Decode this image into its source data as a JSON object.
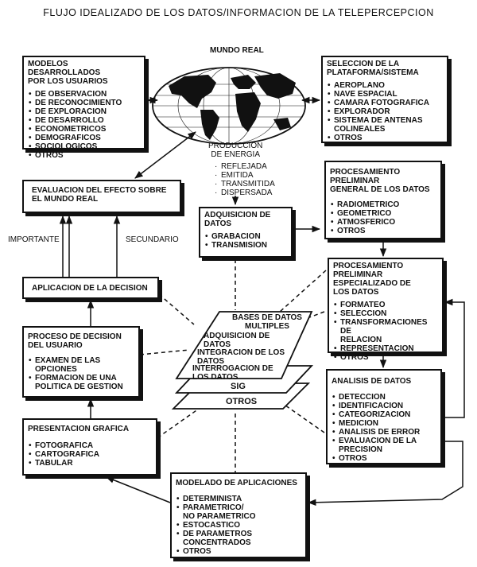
{
  "title": "FLUJO IDEALIZADO DE LOS DATOS/INFORMACION DE LA TELEPERCEPCION",
  "mundo_real": "MUNDO REAL",
  "produccion": "PRODUCCION\nDE ENERGIA",
  "energia_items": [
    "REFLEJADA",
    "EMITIDA",
    "TRANSMITIDA",
    "DISPERSADA"
  ],
  "modelos": {
    "title": "MODELOS DESARROLLADOS\nPOR LOS USUARIOS",
    "items": [
      "DE OBSERVACION",
      "DE RECONOCIMIENTO",
      "DE EXPLORACION",
      "DE DESARROLLO",
      "ECONOMETRICOS",
      "DEMOGRAFICOS",
      "SOCIOLOGICOS",
      "OTROS"
    ]
  },
  "seleccion": {
    "title": "SELECCION DE LA\nPLATAFORMA/SISTEMA",
    "items": [
      "AEROPLANO",
      "NAVE ESPACIAL",
      "CAMARA FOTOGRAFICA",
      "EXPLORADOR",
      "SISTEMA DE ANTENAS\nCOLINEALES",
      "OTROS"
    ]
  },
  "evaluacion": {
    "title": "EVALUACION DEL EFECTO SOBRE\nEL MUNDO REAL"
  },
  "importante": "IMPORTANTE",
  "secundario": "SECUNDARIO",
  "adquisicion": {
    "title": "ADQUISICION DE\nDATOS",
    "items": [
      "GRABACION",
      "TRANSMISION"
    ]
  },
  "proc_general": {
    "title": "PROCESAMIENTO\nPRELIMINAR\nGENERAL DE LOS DATOS",
    "items": [
      "RADIOMETRICO",
      "GEOMETRICO",
      "ATMOSFERICO",
      "OTROS"
    ]
  },
  "aplicacion": {
    "title": "APLICACION DE LA DECISION"
  },
  "proc_especial": {
    "title": "PROCESAMIENTO\nPRELIMINAR\nESPECIALIZADO DE\nLOS DATOS",
    "items": [
      "FORMATEO",
      "SELECCION",
      "TRANSFORMACIONES DE\nRELACION",
      "REPRESENTACION",
      "OTROS"
    ]
  },
  "proceso": {
    "title": "PROCESO DE DECISION\nDEL USUARIO",
    "items": [
      "EXAMEN DE LAS\nOPCIONES",
      "FORMACION DE UNA\nPOLITICA DE GESTION"
    ]
  },
  "bases": {
    "title": "BASES DE DATOS\nMULTIPLES",
    "items": [
      "ADQUISICION DE\nDATOS",
      "INTEGRACION DE LOS\nDATOS",
      "INTERROGACION DE\nLOS DATOS"
    ],
    "sig": "SIG",
    "otros": "OTROS"
  },
  "analisis": {
    "title": "ANALISIS DE DATOS",
    "items": [
      "DETECCION",
      "IDENTIFICACION",
      "CATEGORIZACION",
      "MEDICION",
      "ANALISIS DE ERROR",
      "EVALUACION DE LA\nPRECISION",
      "OTROS"
    ]
  },
  "presentacion": {
    "title": "PRESENTACION GRAFICA",
    "items": [
      "FOTOGRAFICA",
      "CARTOGRAFICA",
      "TABULAR"
    ]
  },
  "modelado": {
    "title": "MODELADO DE APLICACIONES",
    "items": [
      "DETERMINISTA",
      "PARAMETRICO/\nNO PARAMETRICO",
      "ESTOCASTICO",
      "DE PARAMETROS\nCONCENTRADOS",
      "OTROS"
    ]
  }
}
